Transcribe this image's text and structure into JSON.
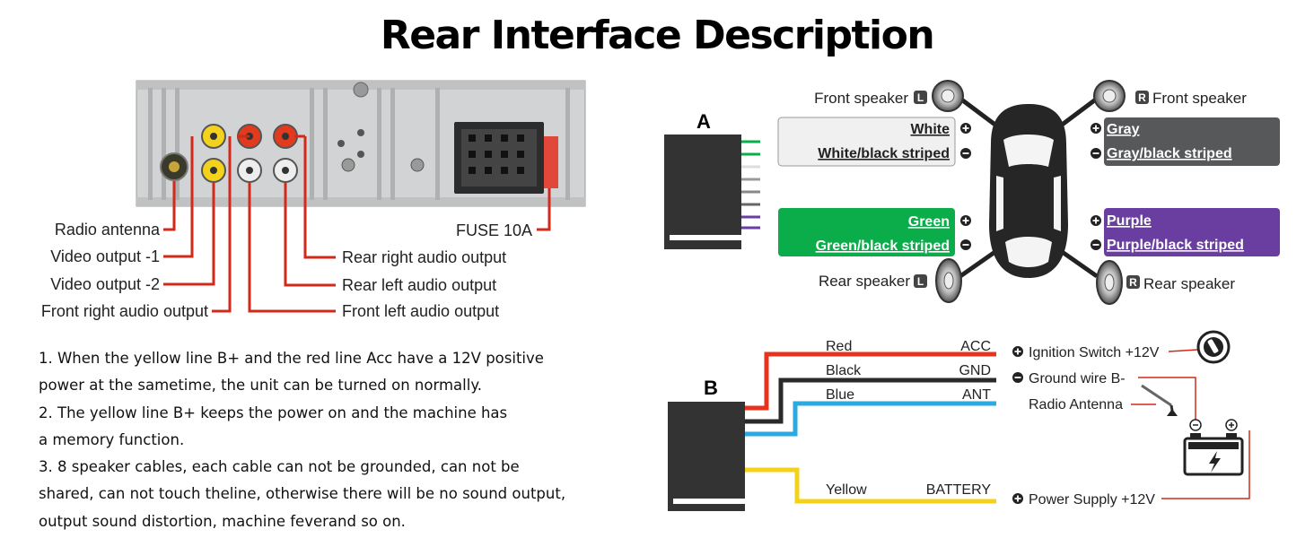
{
  "title": "Rear Interface Description",
  "rear_panel": {
    "labels": {
      "radio_antenna": "Radio antenna",
      "video_output_1": "Video output -1",
      "video_output_2": "Video output -2",
      "front_right_audio": "Front right audio output",
      "rear_right_audio": "Rear right audio output",
      "rear_left_audio": "Rear left audio output",
      "front_left_audio": "Front left audio output",
      "fuse": "FUSE  10A"
    }
  },
  "connector_a": {
    "label": "A",
    "front_left_speaker": "Front speaker",
    "front_right_speaker": "Front speaker",
    "rear_left_speaker": "Rear speaker",
    "rear_right_speaker": "Rear speaker",
    "left_badge": "L",
    "right_badge": "R",
    "front_left_pos": "White",
    "front_left_neg": "White/black striped",
    "front_right_pos": "Gray",
    "front_right_neg": "Gray/black striped",
    "rear_left_pos": "Green",
    "rear_left_neg": "Green/black striped",
    "rear_right_pos": "Purple",
    "rear_right_neg": "Purple/black striped",
    "colors": {
      "white_box": "#f0f0f0",
      "gray_box": "#56585a",
      "green_box": "#0aad4a",
      "purple_box": "#6a3ea0"
    }
  },
  "connector_b": {
    "label": "B",
    "wires": {
      "red": "Red",
      "red_tag": "ACC",
      "black": "Black",
      "black_tag": "GND",
      "blue": "Blue",
      "blue_tag": "ANT",
      "yellow": "Yellow",
      "yellow_tag": "BATTERY"
    },
    "targets": {
      "ignition": "Ignition Switch +12V",
      "ground": "Ground wire B-",
      "antenna": "Radio Antenna",
      "power": "Power Supply +12V"
    },
    "colors": {
      "red": "#e8321e",
      "black": "#2a2a2a",
      "blue": "#29aae1",
      "yellow": "#f5d21a"
    }
  },
  "notes": [
    "1. When the yellow line B+ and the red line Acc have a 12V positive",
    "power at the sametime, the unit can be turned on normally.",
    "2. The yellow line B+ keeps the power on and the machine has",
    "a memory function.",
    "3. 8 speaker cables, each cable can not be grounded, can not be",
    "shared, can not touch theline, otherwise there will be no sound output,",
    "output sound distortion, machine feverand so on."
  ]
}
